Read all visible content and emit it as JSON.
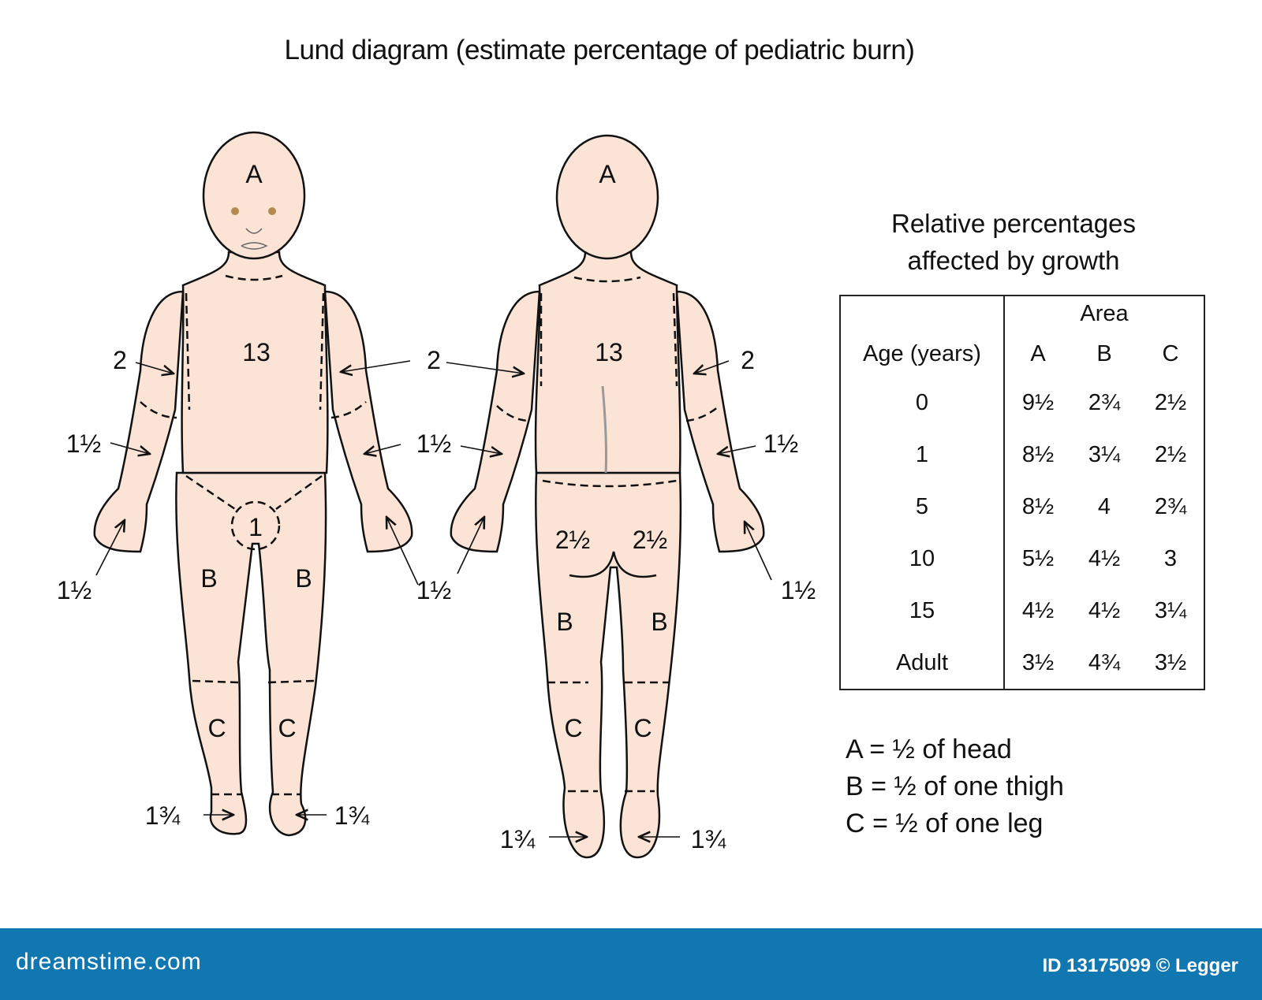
{
  "title": "Lund diagram (estimate percentage of pediatric burn)",
  "figures": {
    "front": {
      "head": "A",
      "trunk": "13",
      "upper_arm_left": "2",
      "upper_arm_right": "2",
      "forearm_left": "1½",
      "forearm_right": "1½",
      "hand_left": "1½",
      "hand_right": "1½",
      "genitals": "1",
      "thigh_left": "B",
      "thigh_right": "B",
      "leg_left": "C",
      "leg_right": "C",
      "foot_left": "1¾",
      "foot_right": "1¾"
    },
    "back": {
      "head": "A",
      "trunk": "13",
      "upper_arm_left": "2",
      "upper_arm_right": "2",
      "forearm_left": "1½",
      "forearm_right": "1½",
      "hand_left": "1½",
      "hand_right": "1½",
      "buttock_left": "2½",
      "buttock_right": "2½",
      "thigh_left": "B",
      "thigh_right": "B",
      "leg_left": "C",
      "leg_right": "C",
      "foot_left": "1¾",
      "foot_right": "1¾"
    }
  },
  "panel": {
    "title_line1": "Relative percentages",
    "title_line2": "affected by growth"
  },
  "table": {
    "area_header": "Area",
    "age_header": "Age (years)",
    "columns": [
      "A",
      "B",
      "C"
    ],
    "rows": [
      {
        "age": "0",
        "A": "9½",
        "B": "2¾",
        "C": "2½"
      },
      {
        "age": "1",
        "A": "8½",
        "B": "3¼",
        "C": "2½"
      },
      {
        "age": "5",
        "A": "8½",
        "B": "4",
        "C": "2¾"
      },
      {
        "age": "10",
        "A": "5½",
        "B": "4½",
        "C": "3"
      },
      {
        "age": "15",
        "A": "4½",
        "B": "4½",
        "C": "3¼"
      },
      {
        "age": "Adult",
        "A": "3½",
        "B": "4¾",
        "C": "3½"
      }
    ]
  },
  "legend": [
    "A = ½ of head",
    "B = ½ of one thigh",
    "C = ½ of one leg"
  ],
  "footer": {
    "brand": "dreamstime.com",
    "credit": "ID 13175099 © Legger"
  },
  "colors": {
    "skin": "#fbe3d6",
    "outline": "#111111",
    "footer_bg": "#1177b0"
  }
}
